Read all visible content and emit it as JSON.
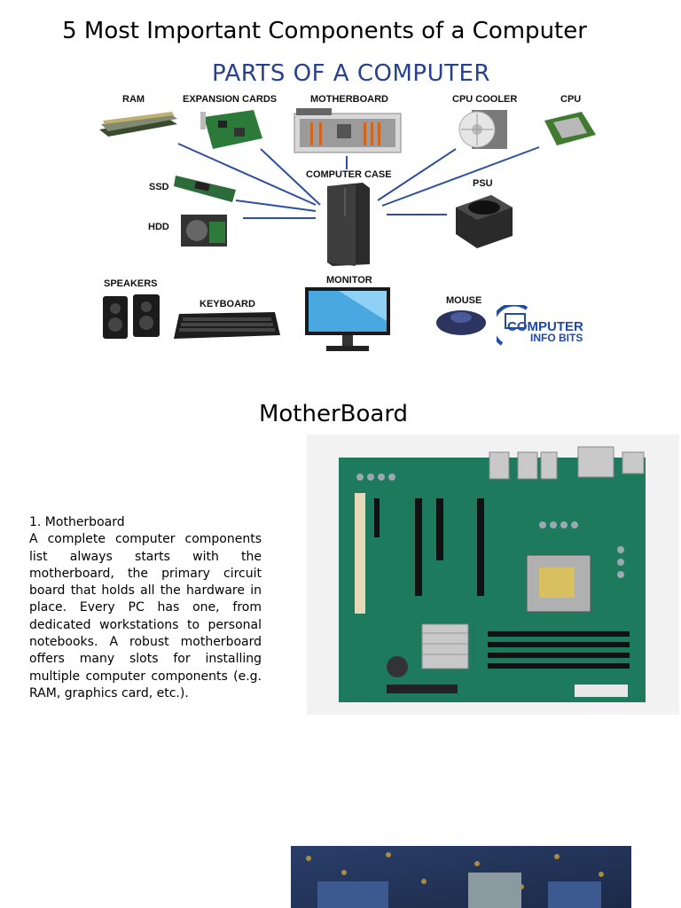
{
  "document": {
    "title": "5 Most Important Components of a Computer",
    "infographic": {
      "heading": "PARTS OF A COMPUTER",
      "labels": {
        "ram": "RAM",
        "expansion_cards": "EXPANSION CARDS",
        "motherboard": "MOTHERBOARD",
        "cpu_cooler": "CPU COOLER",
        "cpu": "CPU",
        "ssd": "SSD",
        "computer_case": "COMPUTER CASE",
        "psu": "PSU",
        "hdd": "HDD",
        "speakers": "SPEAKERS",
        "keyboard": "KEYBOARD",
        "monitor": "MONITOR",
        "mouse": "MOUSE"
      },
      "logo": {
        "line1": "COMPUTER",
        "line2": "INFO BITS"
      }
    },
    "section_title": "MotherBoard",
    "motherboard": {
      "heading": "1. Motherboard",
      "body": "A complete computer components list always starts with the motherboard, the primary circuit board that holds all the hardware in place. Every PC has one, from dedicated workstations to personal notebooks. A robust motherboard offers many slots for installing multiple computer components (e.g. RAM, graphics card, etc.)."
    }
  },
  "colors": {
    "heading_blue": "#27418f",
    "board_green": "#1e7a5c",
    "line_blue": "#2c4f9e"
  }
}
